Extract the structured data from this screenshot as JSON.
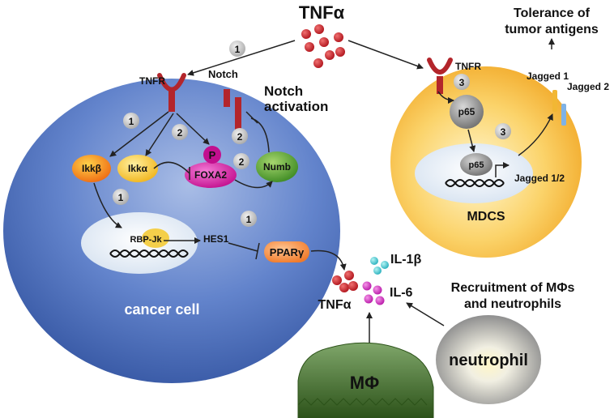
{
  "labels": {
    "tnfa_top": "TNFα",
    "tolerance_line1": "Tolerance of",
    "tolerance_line2": "tumor antigens",
    "tnfr_left": "TNFR",
    "notch": "Notch",
    "notch_activation_line1": "Notch",
    "notch_activation_line2": "activation",
    "tnfr_right": "TNFR",
    "jagged1": "Jagged 1",
    "jagged2": "Jagged 2",
    "ikkb": "Ikkβ",
    "ikka": "Ikkα",
    "p": "P",
    "foxa2": "FOXA2",
    "numb": "Numb",
    "p65_top": "p65",
    "p65_nucleus": "p65",
    "jagged12": "Jagged 1/2",
    "rbpjk": "RBP-Jk",
    "hes1": "HES1",
    "ppary": "PPARγ",
    "mdcs": "MDCS",
    "cancer_cell": "cancer cell",
    "il1b": "IL-1β",
    "il6": "IL-6",
    "tnfa_bottom": "TNFα",
    "recruitment_line1": "Recruitment  of MΦs",
    "recruitment_line2": "and neutrophils",
    "neutrophil": "neutrophil",
    "macrophage": "MΦ"
  },
  "step_badges": [
    "1",
    "1",
    "2",
    "2",
    "2",
    "1",
    "1",
    "3",
    "3"
  ],
  "colors": {
    "cancer_cell": "#3f63b3",
    "mdcs_cell": "#f6b52a",
    "receptor": "#b3252b",
    "foxa2": "#d81fa3",
    "numb": "#4e9a2f",
    "ppar": "#e8843a",
    "macrophage": "#3d6326",
    "neutrophil": "#8c8c8c"
  }
}
